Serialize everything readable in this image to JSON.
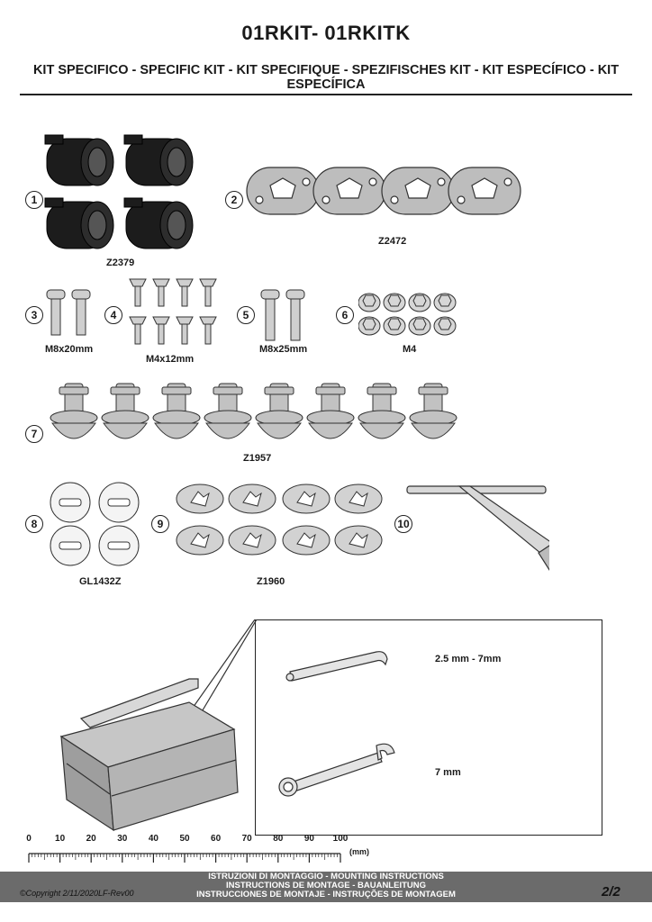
{
  "header": {
    "title": "01RKIT- 01RKITK",
    "subtitle": "KIT SPECIFICO - SPECIFIC KIT - KIT SPECIFIQUE - SPEZIFISCHES KIT - KIT ESPECÍFICO - KIT ESPECÍFICA"
  },
  "parts": [
    {
      "num": "1",
      "code": "Z2379"
    },
    {
      "num": "2",
      "code": "Z2472"
    },
    {
      "num": "3",
      "code": "M8x20mm"
    },
    {
      "num": "4",
      "code": "M4x12mm"
    },
    {
      "num": "5",
      "code": "M8x25mm"
    },
    {
      "num": "6",
      "code": "M4"
    },
    {
      "num": "7",
      "code": "Z1957"
    },
    {
      "num": "8",
      "code": "GL1432Z"
    },
    {
      "num": "9",
      "code": "Z1960"
    },
    {
      "num": "10",
      "code": ""
    }
  ],
  "tools": {
    "allen_key_size": "2.5 mm - 7mm",
    "wrench_size": "7 mm"
  },
  "scale": {
    "labels": [
      "0",
      "10",
      "20",
      "30",
      "40",
      "50",
      "60",
      "70",
      "80",
      "90",
      "100"
    ],
    "unit": "(mm)"
  },
  "footer": {
    "lines": [
      "ISTRUZIONI DI MONTAGGIO  -  MOUNTING INSTRUCTIONS",
      "INSTRUCTIONS DE MONTAGE - BAUANLEITUNG",
      "INSTRUCCIONES DE MONTAJE - INSTRUÇÕES DE MONTAGEM"
    ],
    "copyright": "©Copyright 2/11/2020LF-Rev00",
    "page": "2/2"
  },
  "colors": {
    "footer_band": "#6b6b6b",
    "part_dark": "#1c1c1c",
    "part_grey": "#bdbdbd"
  }
}
